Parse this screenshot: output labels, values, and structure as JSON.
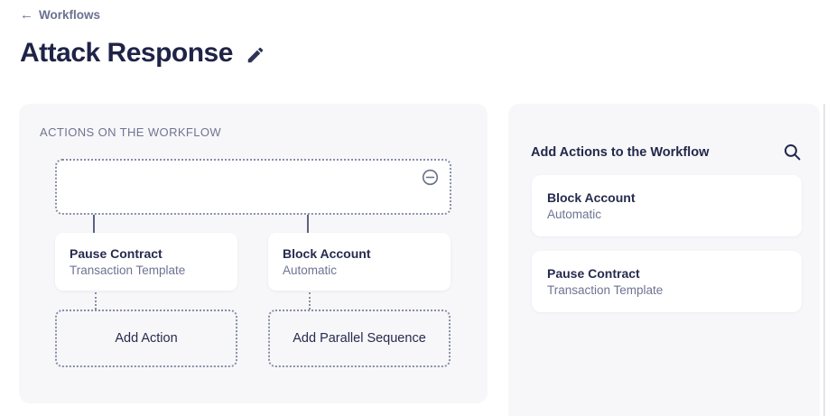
{
  "header": {
    "back_icon_glyph": "←",
    "back_label": "Workflows",
    "title": "Attack Response",
    "edit_icon": "pencil-icon"
  },
  "workflow_panel": {
    "label": "ACTIONS ON THE WORKFLOW",
    "root_node": {
      "remove_icon": "minus-circle-icon"
    },
    "nodes": [
      {
        "title": "Pause Contract",
        "subtitle": "Transaction Template"
      },
      {
        "title": "Block Account",
        "subtitle": "Automatic"
      }
    ],
    "add_action_label": "Add Action",
    "add_parallel_label": "Add Parallel Sequence"
  },
  "actions_panel": {
    "title": "Add Actions to the Workflow",
    "search_icon": "search-icon",
    "items": [
      {
        "title": "Block Account",
        "subtitle": "Automatic"
      },
      {
        "title": "Pause Contract",
        "subtitle": "Transaction Template"
      }
    ]
  },
  "colors": {
    "panel_background": "#f7f7f9",
    "card_background": "#ffffff",
    "text_primary": "#23284b",
    "text_secondary": "#6e7492",
    "dotted_border": "#878da8",
    "connector": "#5d6380"
  }
}
